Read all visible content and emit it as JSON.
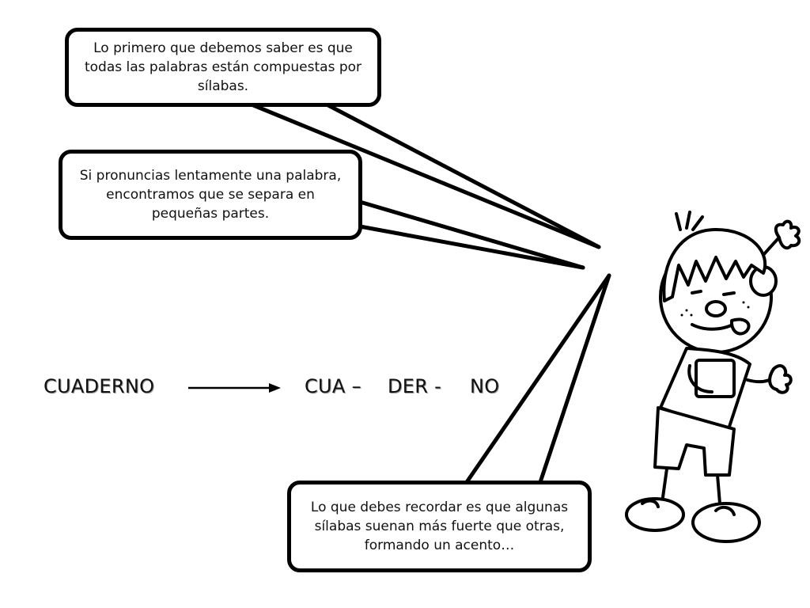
{
  "bubbles": {
    "first": "Lo primero que debemos saber es que todas las palabras están compuestas por sílabas.",
    "second": "Si pronuncias lentamente una palabra, encontramos que se separa en pequeñas partes.",
    "third": "Lo que debes recordar es que algunas sílabas suenan más fuerte que otras, formando un acento…"
  },
  "example": {
    "word": "CUADERNO",
    "syllables": [
      "CUA –",
      "DER -",
      "NO"
    ]
  },
  "icons": {
    "arrow": "right-arrow-icon",
    "character": "cartoon-boy-illustration"
  }
}
